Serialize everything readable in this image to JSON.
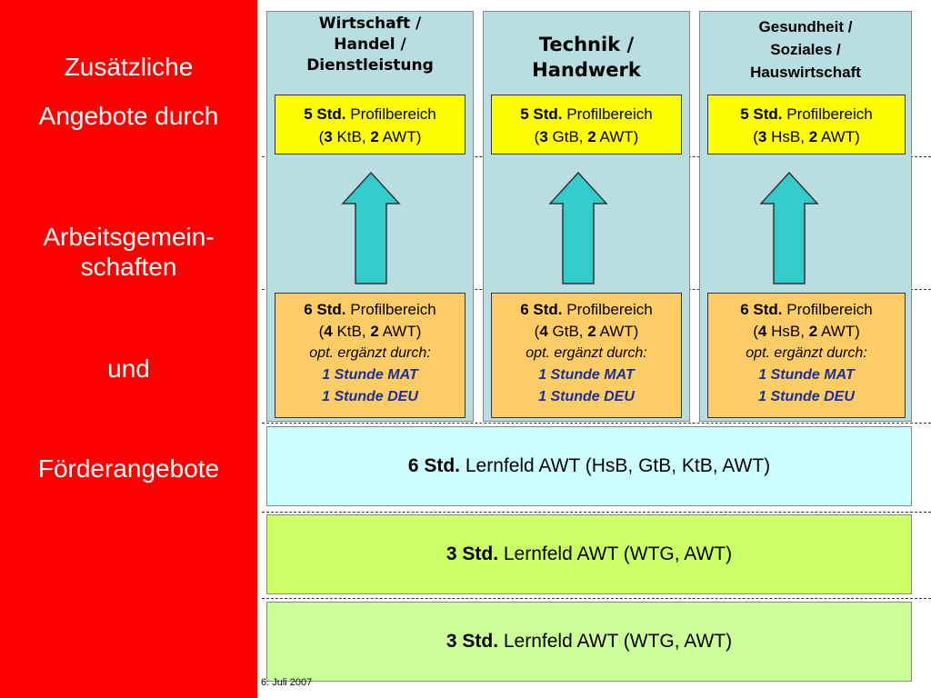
{
  "sidebar": {
    "lines": [
      "Zusätzliche",
      "Angebote durch",
      "Arbeitsgemein-",
      "schaften",
      "und",
      "Förderangebote"
    ],
    "background": "#ff0000"
  },
  "columns": [
    {
      "title_lines": [
        "Wirtschaft /",
        "Handel /",
        "Dienstleistung"
      ],
      "top": {
        "bold": "5 Std.",
        "rest": " Profilbereich",
        "l2_open": "(",
        "l2_num1": "3",
        "l2_sub1": " KtB, ",
        "l2_num2": "2",
        "l2_sub2": " AWT)"
      },
      "bottom": {
        "bold": "6 Std.",
        "rest": " Profilbereich",
        "l2_open": "(",
        "l2_num1": "4",
        "l2_sub1": " KtB, ",
        "l2_num2": "2",
        "l2_sub2": " AWT)",
        "opt": "opt. ergänzt durch:",
        "mat": "1 Stunde MAT",
        "deu": "1 Stunde DEU"
      }
    },
    {
      "title_lines": [
        "Technik /",
        "Handwerk"
      ],
      "top": {
        "bold": "5 Std.",
        "rest": " Profilbereich",
        "l2_open": "(",
        "l2_num1": "3",
        "l2_sub1": " GtB, ",
        "l2_num2": "2",
        "l2_sub2": " AWT)"
      },
      "bottom": {
        "bold": "6 Std.",
        "rest": " Profilbereich",
        "l2_open": "(",
        "l2_num1": "4",
        "l2_sub1": " GtB, ",
        "l2_num2": "2",
        "l2_sub2": " AWT)",
        "opt": "opt. ergänzt durch:",
        "mat": "1 Stunde MAT",
        "deu": "1 Stunde DEU"
      }
    },
    {
      "title_lines": [
        "Gesundheit /",
        "Soziales /",
        "Hauswirtschaft"
      ],
      "top": {
        "bold": "5 Std.",
        "rest": " Profilbereich",
        "l2_open": "(",
        "l2_num1": "3",
        "l2_sub1": " HsB, ",
        "l2_num2": "2",
        "l2_sub2": " AWT)"
      },
      "bottom": {
        "bold": "6 Std.",
        "rest": " Profilbereich",
        "l2_open": "(",
        "l2_num1": "4",
        "l2_sub1": " HsB, ",
        "l2_num2": "2",
        "l2_sub2": " AWT)",
        "opt": "opt. ergänzt durch:",
        "mat": "1 Stunde MAT",
        "deu": "1 Stunde DEU"
      }
    }
  ],
  "bands": [
    {
      "bold": "6 Std.",
      "rest": " Lernfeld AWT (HsB, GtB, KtB, AWT)",
      "color": "#ccffff"
    },
    {
      "bold": "3 Std.",
      "rest": " Lernfeld AWT (WTG, AWT)",
      "color": "#ccff66"
    },
    {
      "bold": "3 Std.",
      "rest": " Lernfeld AWT (WTG, AWT)",
      "color": "#ccff99"
    }
  ],
  "colors": {
    "column_bg": "#b8dee2",
    "yellow_box": "#ffff00",
    "orange_box": "#ffcc66",
    "arrow": "#33cccc",
    "blue_text": "#1a2fa0"
  },
  "footer": {
    "date": "6. Juli 2007"
  }
}
